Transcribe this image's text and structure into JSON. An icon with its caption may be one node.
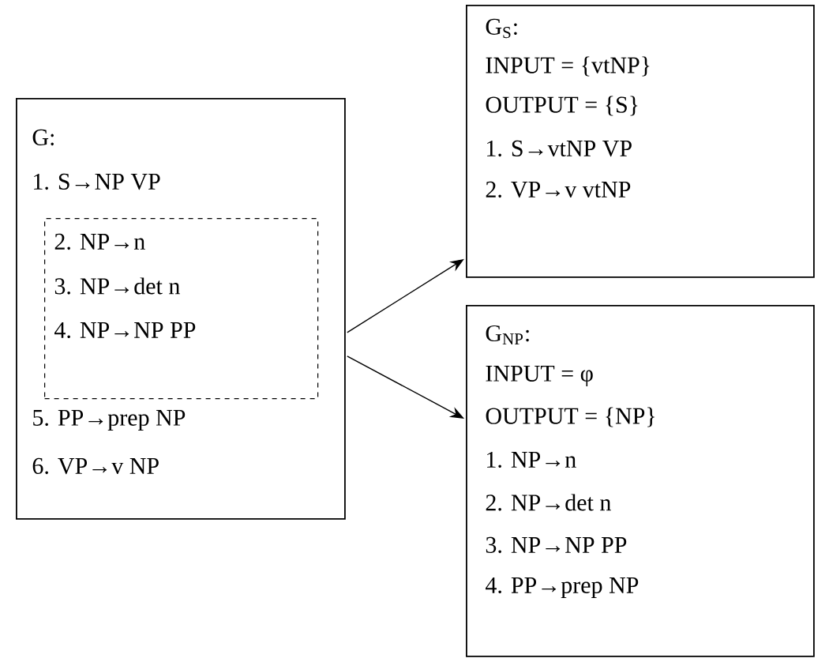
{
  "diagram": {
    "nodes": [
      {
        "text": [
          "G:",
          "1. S→NP VP",
          "5. PP→prep NP",
          "6. VP→v NP"
        ]
      },
      {
        "text": [
          "2. NP→n",
          "3. NP→det n",
          "4. NP→NP PP"
        ],
        "in": 0
      },
      {
        "text": [
          "G$_{S}$:",
          "INPUT = {vtNP}",
          "OUTPUT = {S}",
          "1. S→vtNP VP",
          "2. VP→v vtNP"
        ]
      },
      {
        "text": [
          "G$_{NP}$:",
          "INPUT = φ",
          "OUTPUT = {NP}",
          "1. NP→n",
          "2. NP→det n",
          "3. NP→NP PP",
          "4. PP→prep NP"
        ]
      }
    ],
    "edges": [
      {
        "from": 0,
        "to": 2,
        "arrow": "to"
      },
      {
        "from": 0,
        "to": 3,
        "arrow": "to"
      }
    ]
  }
}
